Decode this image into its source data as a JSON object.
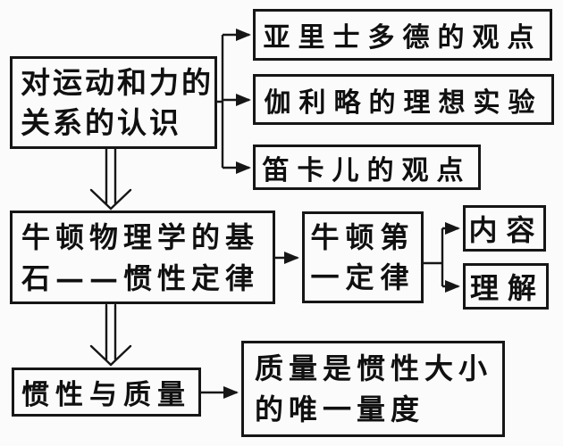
{
  "diagram": {
    "colors": {
      "background": "#fbfbfb",
      "line": "#161616",
      "text": "#101010"
    },
    "nodes": {
      "understanding": {
        "lines": [
          "对运动和力的",
          "关系的认识"
        ]
      },
      "aristotle": {
        "label": "亚里士多德的观点"
      },
      "galileo": {
        "label": "伽利略的理想实验"
      },
      "descartes": {
        "label": "笛卡儿的观点"
      },
      "foundation": {
        "lines": [
          "牛顿物理学的基",
          "石——惯性定律"
        ]
      },
      "first_law": {
        "lines": [
          "牛顿第",
          "一定律"
        ]
      },
      "content": {
        "label": "内容"
      },
      "comprehension": {
        "label": "理解"
      },
      "inertia_mass": {
        "label": "惯性与质量"
      },
      "mass_measure": {
        "lines": [
          "质量是惯性大小",
          "的唯一量度"
        ]
      }
    }
  }
}
